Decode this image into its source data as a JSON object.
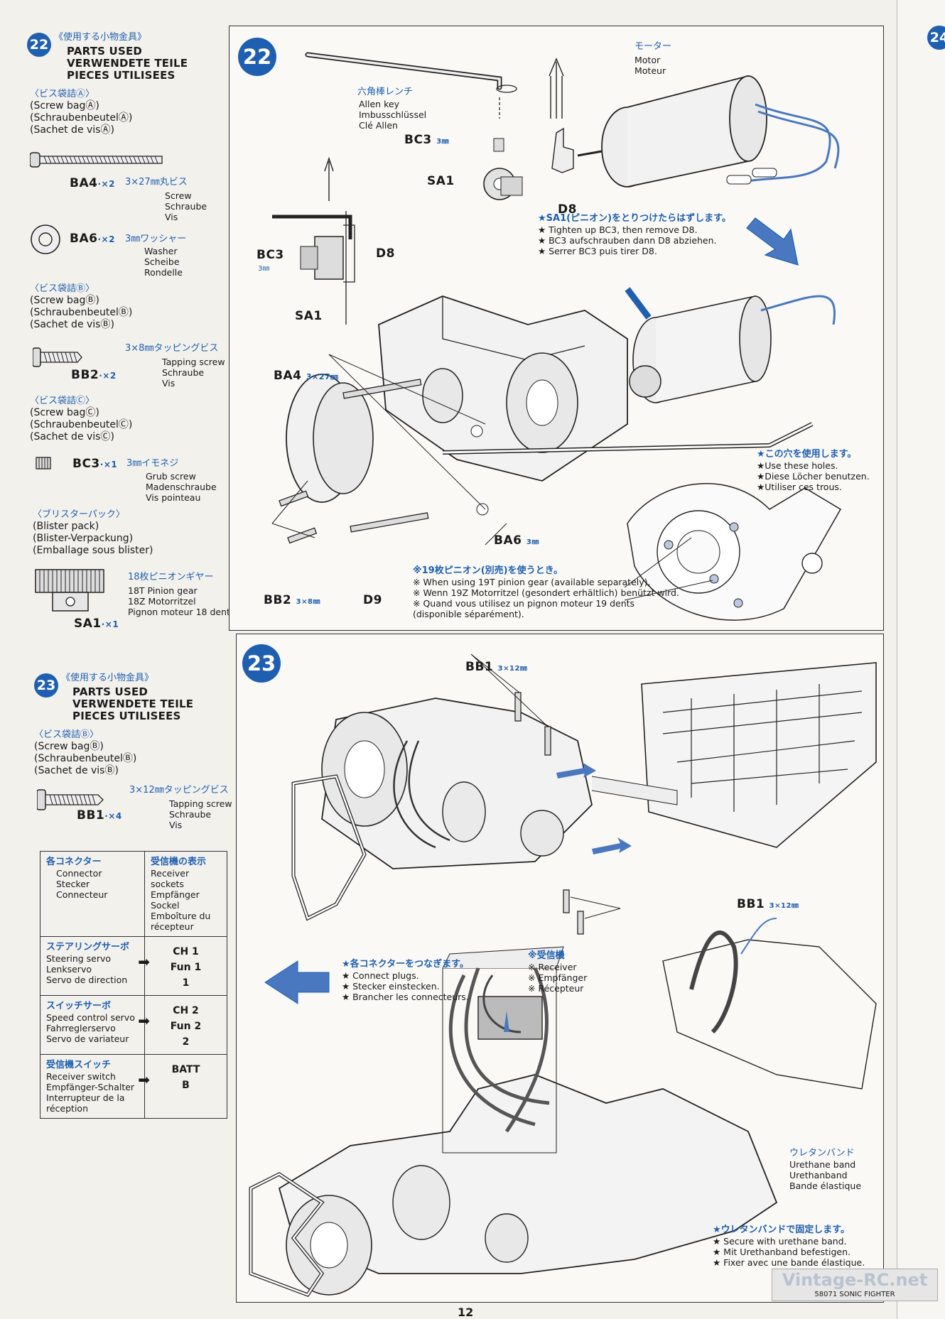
{
  "page_number": "12",
  "footer": {
    "model": "58071 SONIC FIGHTER",
    "watermark": "Vintage-RC.net"
  },
  "step22": {
    "number": "22",
    "parts": {
      "heading_ja": "《使用する小物金具》",
      "heading_en": "PARTS USED",
      "heading_de": "VERWENDETE TEILE",
      "heading_fr": "PIECES UTILISEES",
      "bag_a": {
        "ja": "〈ビス袋詰Ⓐ〉",
        "en": "(Screw bagⒶ)",
        "de": "(SchraubenbeutelⒶ)",
        "fr": "(Sachet de visⒶ)"
      },
      "ba4": {
        "code": "BA4",
        "qty": "·×2",
        "size_ja": "3×27㎜丸ビス",
        "en": "Screw",
        "de": "Schraube",
        "fr": "Vis"
      },
      "ba6": {
        "code": "BA6",
        "qty": "·×2",
        "size_ja": "3㎜ワッシャー",
        "en": "Washer",
        "de": "Scheibe",
        "fr": "Rondelle"
      },
      "bag_b": {
        "ja": "〈ビス袋詰Ⓑ〉",
        "en": "(Screw bagⒷ)",
        "de": "(SchraubenbeutelⒷ)",
        "fr": "(Sachet de visⒷ)"
      },
      "bb2": {
        "code": "BB2",
        "qty": "·×2",
        "size_ja": "3×8㎜タッピングビス",
        "en": "Tapping screw",
        "de": "Schraube",
        "fr": "Vis"
      },
      "bag_c": {
        "ja": "〈ビス袋詰Ⓒ〉",
        "en": "(Screw bagⒸ)",
        "de": "(SchraubenbeutelⒸ)",
        "fr": "(Sachet de visⒸ)"
      },
      "bc3": {
        "code": "BC3",
        "qty": "·×1",
        "size_ja": "3㎜イモネジ",
        "en": "Grub screw",
        "de": "Madenschraube",
        "fr": "Vis pointeau"
      },
      "blister": {
        "ja": "〈ブリスターパック〉",
        "en": "(Blister pack)",
        "de": "(Blister-Verpackung)",
        "fr": "(Emballage sous blister)"
      },
      "sa1": {
        "code": "SA1",
        "qty": "·×1",
        "size_ja": "18枚ピニオンギヤー",
        "en": "18T Pinion gear",
        "de": "18Z Motorritzel",
        "fr": "Pignon moteur 18 dents"
      }
    },
    "diagram": {
      "allen_key": {
        "ja": "六角棒レンチ",
        "en": "Allen key",
        "de": "Imbusschlüssel",
        "fr": "Clé Allen"
      },
      "motor": {
        "ja": "モーター",
        "en": "Motor",
        "de": "Moteur"
      },
      "label_bc3": "BC3",
      "label_3mm": "3㎜",
      "label_sa1": "SA1",
      "label_d8": "D8",
      "label_d9": "D9",
      "label_ba4": "BA4",
      "label_ba4_size": "3×27㎜",
      "label_ba6": "BA6",
      "label_ba6_size": "3㎜",
      "label_bb2": "BB2",
      "label_bb2_size": "3×8㎜",
      "note_sa1": {
        "ja": "★SA1(ピニオン)をとりつけたらはずします。",
        "en": "★ Tighten up BC3, then remove D8.",
        "de": "★ BC3 aufschrauben dann D8 abziehen.",
        "fr": "★ Serrer BC3 puis tirer D8."
      },
      "note_holes": {
        "ja": "★この穴を使用します。",
        "en": "★Use these holes.",
        "de": "★Diese Löcher benutzen.",
        "fr": "★Utiliser ces trous."
      },
      "note_19t": {
        "ja": "※19枚ピニオン(別売)を使うとき。",
        "en": "※ When using 19T pinion gear (available separately).",
        "de": "※ Wenn 19Z Motorritzel (gesondert erhältlich) benützt wird.",
        "fr": "※ Quand vous utilisez un pignon moteur 19 dents",
        "fr2": "(disponible séparément)."
      }
    }
  },
  "step23": {
    "number": "23",
    "parts": {
      "heading_ja": "《使用する小物金具》",
      "heading_en": "PARTS USED",
      "heading_de": "VERWENDETE TEILE",
      "heading_fr": "PIECES UTILISEES",
      "bag_b": {
        "ja": "〈ビス袋詰Ⓑ〉",
        "en": "(Screw bagⒷ)",
        "de": "(SchraubenbeutelⒷ)",
        "fr": "(Sachet de visⒷ)"
      },
      "bb1": {
        "code": "BB1",
        "qty": "·×4",
        "size_ja": "3×12㎜タッピングビス",
        "en": "Tapping screw",
        "de": "Schraube",
        "fr": "Vis"
      }
    },
    "connector_table": {
      "col1_ja": "各コネクター",
      "col1_en": "Connector",
      "col1_de": "Stecker",
      "col1_fr": "Connecteur",
      "col2_ja": "受信機の表示",
      "col2_en": "Receiver sockets",
      "col2_de": "Empfänger Sockel",
      "col2_fr": "Emboîture du récepteur",
      "rows": [
        {
          "ja": "ステアリングサーボ",
          "en": "Steering servo",
          "de": "Lenkservo",
          "fr": "Servo de direction",
          "v1": "CH 1",
          "v2": "Fun 1",
          "v3": "1"
        },
        {
          "ja": "スイッチサーボ",
          "en": "Speed control servo",
          "de": "Fahrreglerservo",
          "fr": "Servo de variateur",
          "v1": "CH 2",
          "v2": "Fun 2",
          "v3": "2"
        },
        {
          "ja": "受信機スイッチ",
          "en": "Receiver switch",
          "de": "Empfänger-Schalter",
          "fr": "Interrupteur de la réception",
          "v1": "BATT",
          "v2": "B",
          "v3": ""
        }
      ]
    },
    "diagram": {
      "label_bb1": "BB1",
      "label_bb1_size": "3×12㎜",
      "connect": {
        "ja": "★各コネクターをつなぎます。",
        "en": "★ Connect plugs.",
        "de": "★ Stecker einstecken.",
        "fr": "★ Brancher les connecteurs."
      },
      "receiver": {
        "ja": "※受信機",
        "en": "※ Receiver",
        "de": "※ Empfänger",
        "fr": "※ Récepteur"
      },
      "urethane": {
        "ja": "ウレタンバンド",
        "en": "Urethane band",
        "de": "Urethanband",
        "fr": "Bande élastique"
      },
      "secure": {
        "ja": "★ウレタンバンドで固定します。",
        "en": "★ Secure with urethane band.",
        "de": "★ Mit Urethanband befestigen.",
        "fr": "★ Fixer avec une bande élastique."
      }
    }
  },
  "right_edge": {
    "step_number": "24"
  },
  "colors": {
    "accent_blue": "#1f5fb0",
    "line": "#333333",
    "paper": "#f3f1ec"
  }
}
